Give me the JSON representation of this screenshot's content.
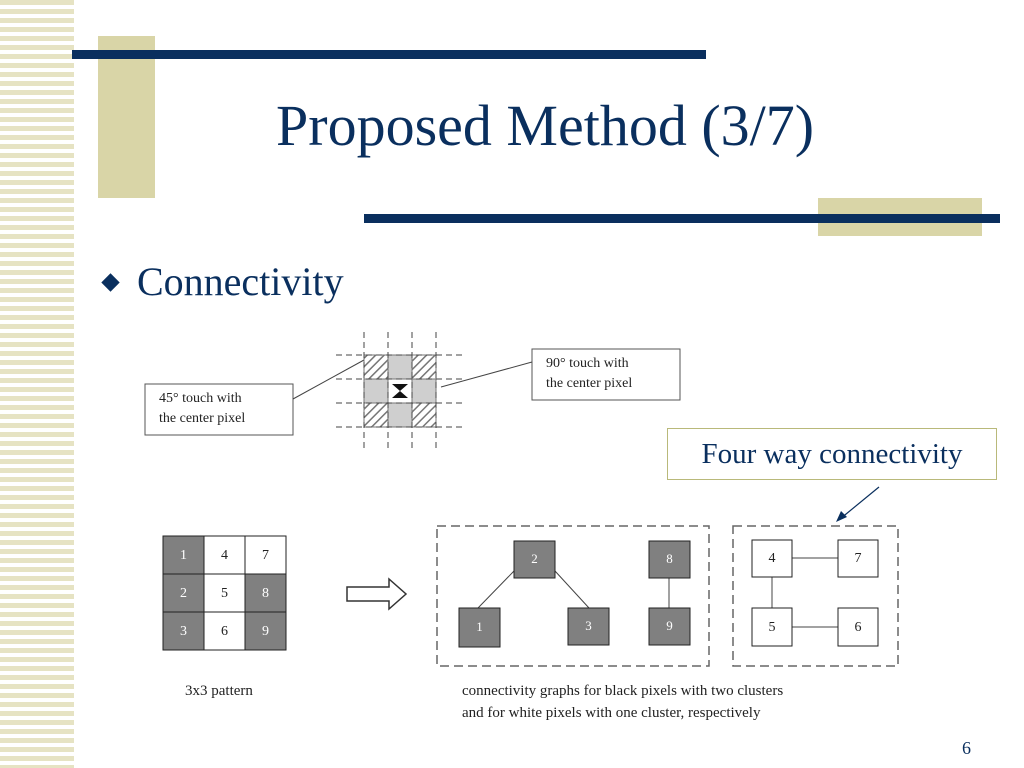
{
  "slide": {
    "title": "Proposed Method (3/7)",
    "bullet": "Connectivity",
    "callout": "Four way connectivity",
    "page_number": "6"
  },
  "diagram": {
    "label_45": [
      "45° touch with",
      "the center pixel"
    ],
    "label_90": [
      "90° touch with",
      "the center pixel"
    ],
    "grid_numbers": [
      [
        "1",
        "4",
        "7"
      ],
      [
        "2",
        "5",
        "8"
      ],
      [
        "3",
        "6",
        "9"
      ]
    ],
    "grid_black": [
      [
        "1",
        "2",
        "3"
      ],
      [
        "8",
        "9"
      ]
    ],
    "pattern_caption": "3x3 pattern",
    "graph_caption": [
      "connectivity graphs for black pixels with two clusters",
      "and for white pixels with one cluster, respectively"
    ],
    "black_nodes": [
      "2",
      "1",
      "3",
      "8",
      "9"
    ],
    "white_nodes": [
      "4",
      "7",
      "5",
      "6"
    ]
  },
  "colors": {
    "navy": "#0a2f5e",
    "tan": "#d9d5a7",
    "stripe": "#e6e3c3",
    "pixel_gray": "#808080"
  }
}
